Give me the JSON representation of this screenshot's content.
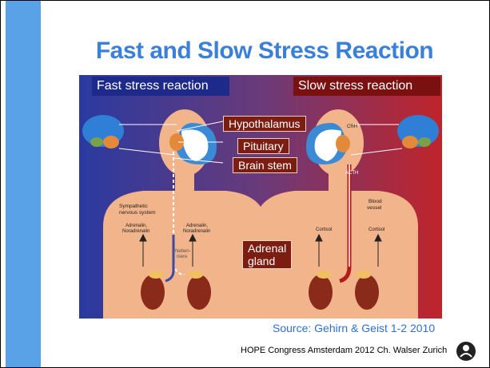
{
  "title": "Fast and Slow Stress Reaction",
  "headers": {
    "left": "Fast stress reaction",
    "right": "Slow stress reaction"
  },
  "labels": {
    "hypothalamus": "Hypothalamus",
    "pituitary": "Pituitary",
    "brain_stem": "Brain stem",
    "adrenal_gland": "Adrenal\ngland"
  },
  "illustration": {
    "sympathetic": [
      "Sympathetic",
      "nervous system"
    ],
    "adrenalin_left": [
      "Adrenalin,",
      "Noradrenalin"
    ],
    "adrenalin_right": [
      "Adrenalin,",
      "Noradrenalin"
    ],
    "nebenniere": [
      "Neben-",
      "niere"
    ],
    "crh": "CRH",
    "acth": "ACTH",
    "blood_vessel": [
      "Blood",
      "vessel"
    ],
    "cortisol_left": "Cortisol",
    "cortisol_right": "Cortisol"
  },
  "source": "Source: Gehirn & Geist 1-2 2010",
  "footer": "HOPE Congress Amsterdam 2012 Ch. Walser Zurich",
  "colors": {
    "sidebar": "#5aa2e8",
    "title": "#3a7fd8",
    "fast": "#1d2a8a",
    "slow": "#7a1010",
    "label_bg": "#7c1d12"
  }
}
